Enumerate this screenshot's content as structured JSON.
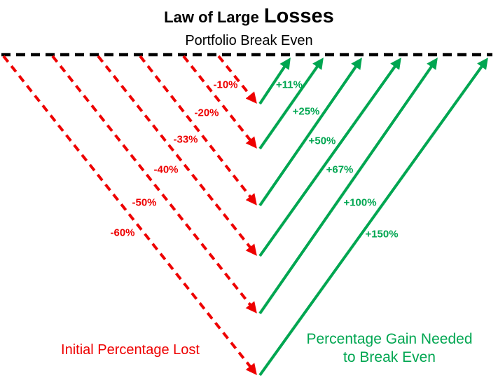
{
  "title": {
    "prefix": "Law of Large",
    "emphasis": "Losses"
  },
  "subtitle": "Portfolio Break Even",
  "captions": {
    "loss": "Initial Percentage Lost",
    "gain_line1": "Percentage Gain Needed",
    "gain_line2": "to Break Even"
  },
  "colors": {
    "loss": "#ee0000",
    "gain": "#00a651",
    "break_even_line": "#000000"
  },
  "chart_data": {
    "type": "line",
    "title": "Law of Large Losses",
    "subtitle": "Portfolio Break Even",
    "description": "Paired arrows diverging below a horizontal break-even line: dashed red arrows show portfolio percentage lost, solid green arrows show percentage gain needed to return to break even.",
    "break_even_level": 0,
    "legend": [
      {
        "label": "Initial Percentage Lost",
        "color": "#ee0000",
        "style": "dashed"
      },
      {
        "label": "Percentage Gain Needed to Break Even",
        "color": "#00a651",
        "style": "solid"
      }
    ],
    "pairs": [
      {
        "loss_pct": -10,
        "gain_needed_pct": 11,
        "loss_label": "-10%",
        "gain_label": "+11%"
      },
      {
        "loss_pct": -20,
        "gain_needed_pct": 25,
        "loss_label": "-20%",
        "gain_label": "+25%"
      },
      {
        "loss_pct": -33,
        "gain_needed_pct": 50,
        "loss_label": "-33%",
        "gain_label": "+50%"
      },
      {
        "loss_pct": -40,
        "gain_needed_pct": 67,
        "loss_label": "-40%",
        "gain_label": "+67%"
      },
      {
        "loss_pct": -50,
        "gain_needed_pct": 100,
        "loss_label": "-50%",
        "gain_label": "+100%"
      },
      {
        "loss_pct": -60,
        "gain_needed_pct": 150,
        "loss_label": "-60%",
        "gain_label": "+150%"
      }
    ]
  }
}
